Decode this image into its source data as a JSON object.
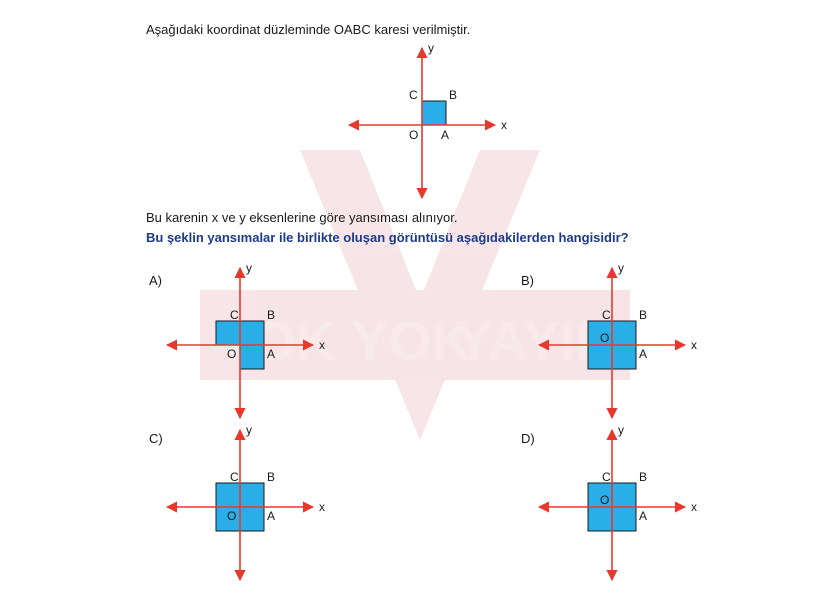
{
  "intro": "Aşağıdaki koordinat düzleminde OABC karesi verilmiştir.",
  "statement": "Bu karenin x ve y eksenlerine göre yansıması alınıyor.",
  "question": "Bu şeklin yansımalar ile birlikte oluşan görüntüsü aşağıdakilerden hangisidir?",
  "watermark": {
    "left": "YOK YOK",
    "right": "YAYINLARI"
  },
  "labels": {
    "x": "x",
    "y": "y",
    "O": "O",
    "A": "A",
    "B": "B",
    "C": "C"
  },
  "options": {
    "A": {
      "letter": "A)"
    },
    "B": {
      "letter": "B)"
    },
    "C": {
      "letter": "C)"
    },
    "D": {
      "letter": "D)"
    }
  },
  "colors": {
    "axis": "#e8382e",
    "square": "#29aee8",
    "square_stroke": "#1a1a1a",
    "question_text": "#1d3a8c"
  }
}
